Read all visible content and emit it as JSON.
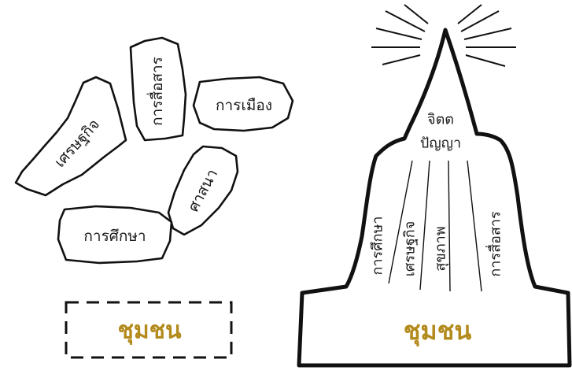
{
  "colors": {
    "ink": "#111111",
    "community_gold": "#b38a1c",
    "background": "#ffffff"
  },
  "fragments": {
    "economy": "เศรษฐกิจ",
    "communication": "การสื่อสาร",
    "politics": "การเมือง",
    "religion": "ศาสนา",
    "education": "การศึกษา"
  },
  "base_box": {
    "label": "ชุมชน"
  },
  "stupa": {
    "top_line1": "จิตต",
    "top_line2": "ปัญญา",
    "column_labels": [
      "การศึกษา",
      "เศรษฐกิจ",
      "สุขภาพ",
      "การสื่อสาร"
    ],
    "base_label": "ชุมชน"
  }
}
